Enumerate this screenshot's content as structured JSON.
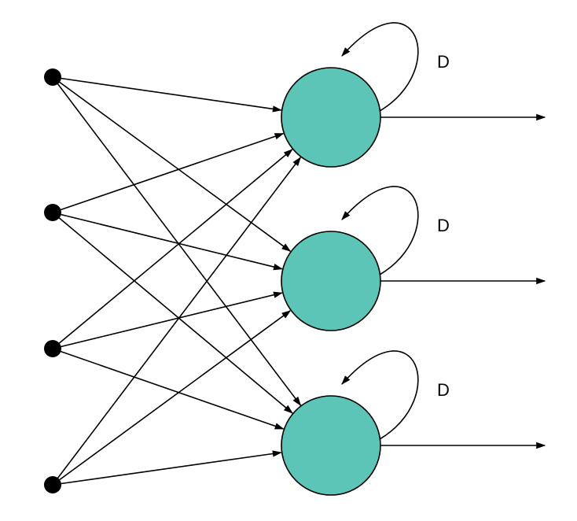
{
  "diagram": {
    "input_count": 4,
    "neuron_count": 3,
    "fully_connected": true,
    "delay_label": "D",
    "neuron_fill": "#5cc5b8",
    "stroke_color": "#000000"
  }
}
